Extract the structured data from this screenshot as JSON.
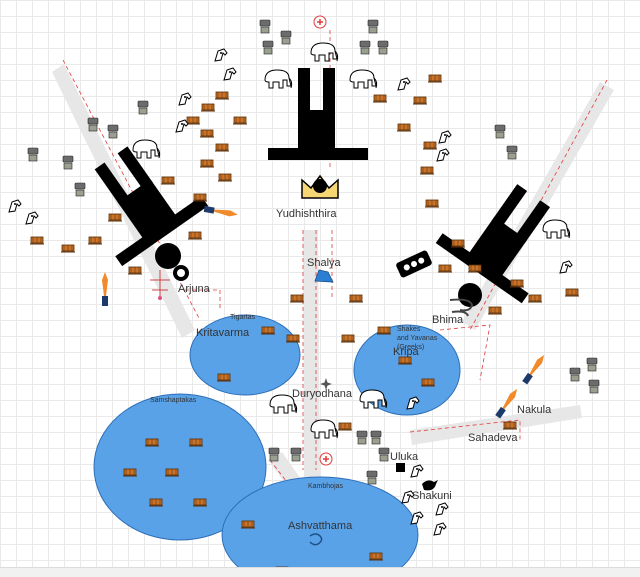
{
  "colors": {
    "field": "#5aa2e8",
    "field_stroke": "#2c6fb8",
    "road": "#e6e6e6",
    "dash": "#e23a3a",
    "formation": "#000000",
    "chariot": "#c8732a"
  },
  "labels": {
    "yudhishthira": "Yudhishthira",
    "shalya": "Shalya",
    "arjuna": "Arjuna",
    "bhima": "Bhima",
    "kritavarma": "Kritavarma",
    "tigartas": "Tigartas",
    "shakes_yavanas": "Shakes\nand Yavanas\n(Greeks)",
    "kripa": "Kripa",
    "duryodhana": "Duryodhana",
    "samshaptakas": "Samshaptakas",
    "nakula": "Nakula",
    "sahadeva": "Sahadeva",
    "uluka": "Uluka",
    "shakuni": "Shakuni",
    "kambhojas": "Kambhojas",
    "ashvatthama": "Ashvatthama"
  },
  "icons": [
    "chariot-icon",
    "soldier-icon",
    "horse-icon",
    "elephant-icon",
    "crown-icon",
    "conch-icon",
    "knife-icon",
    "wind-icon",
    "sword-icon",
    "bird-icon",
    "snake-icon",
    "tree-icon",
    "plus-icon",
    "cancel-icon"
  ]
}
